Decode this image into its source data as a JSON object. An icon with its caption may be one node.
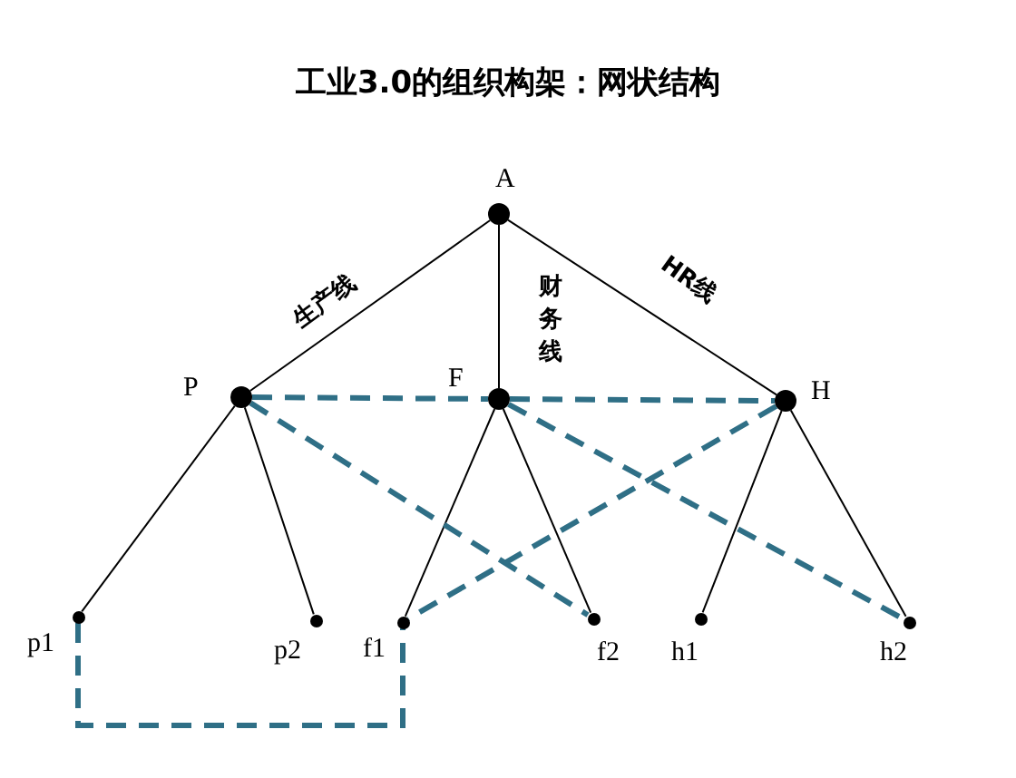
{
  "diagram": {
    "title": "工业3.0的组织构架：网状结构",
    "nodes": [
      {
        "text": [
          "A"
        ]
      },
      {
        "text": [
          "P"
        ]
      },
      {
        "text": [
          "F"
        ]
      },
      {
        "text": [
          "H"
        ]
      },
      {
        "text": [
          "p1"
        ]
      },
      {
        "text": [
          "p2"
        ]
      },
      {
        "text": [
          "f1"
        ]
      },
      {
        "text": [
          "f2"
        ]
      },
      {
        "text": [
          "h1"
        ]
      },
      {
        "text": [
          "h2"
        ]
      }
    ],
    "edges": [
      {
        "from": 0,
        "to": 1,
        "arrow": "none",
        "label": "生产线"
      },
      {
        "from": 0,
        "to": 2,
        "arrow": "none",
        "label": "财务线"
      },
      {
        "from": 0,
        "to": 3,
        "arrow": "none",
        "label": "HR线"
      },
      {
        "from": 1,
        "to": 4,
        "arrow": "none"
      },
      {
        "from": 1,
        "to": 5,
        "arrow": "none"
      },
      {
        "from": 2,
        "to": 6,
        "arrow": "none"
      },
      {
        "from": 2,
        "to": 7,
        "arrow": "none"
      },
      {
        "from": 3,
        "to": 8,
        "arrow": "none"
      },
      {
        "from": 3,
        "to": 9,
        "arrow": "none"
      },
      {
        "from": 1,
        "to": 2,
        "arrow": "none",
        "style": "dashed",
        "color": "#2f6f86"
      },
      {
        "from": 2,
        "to": 3,
        "arrow": "none",
        "style": "dashed",
        "color": "#2f6f86"
      },
      {
        "from": 1,
        "to": 7,
        "arrow": "none",
        "style": "dashed",
        "color": "#2f6f86"
      },
      {
        "from": 2,
        "to": 9,
        "arrow": "none",
        "style": "dashed",
        "color": "#2f6f86"
      },
      {
        "from": 3,
        "to": 6,
        "arrow": "none",
        "style": "dashed",
        "color": "#2f6f86"
      },
      {
        "from": 4,
        "to": 6,
        "arrow": "none",
        "style": "dashed",
        "color": "#2f6f86"
      }
    ]
  }
}
